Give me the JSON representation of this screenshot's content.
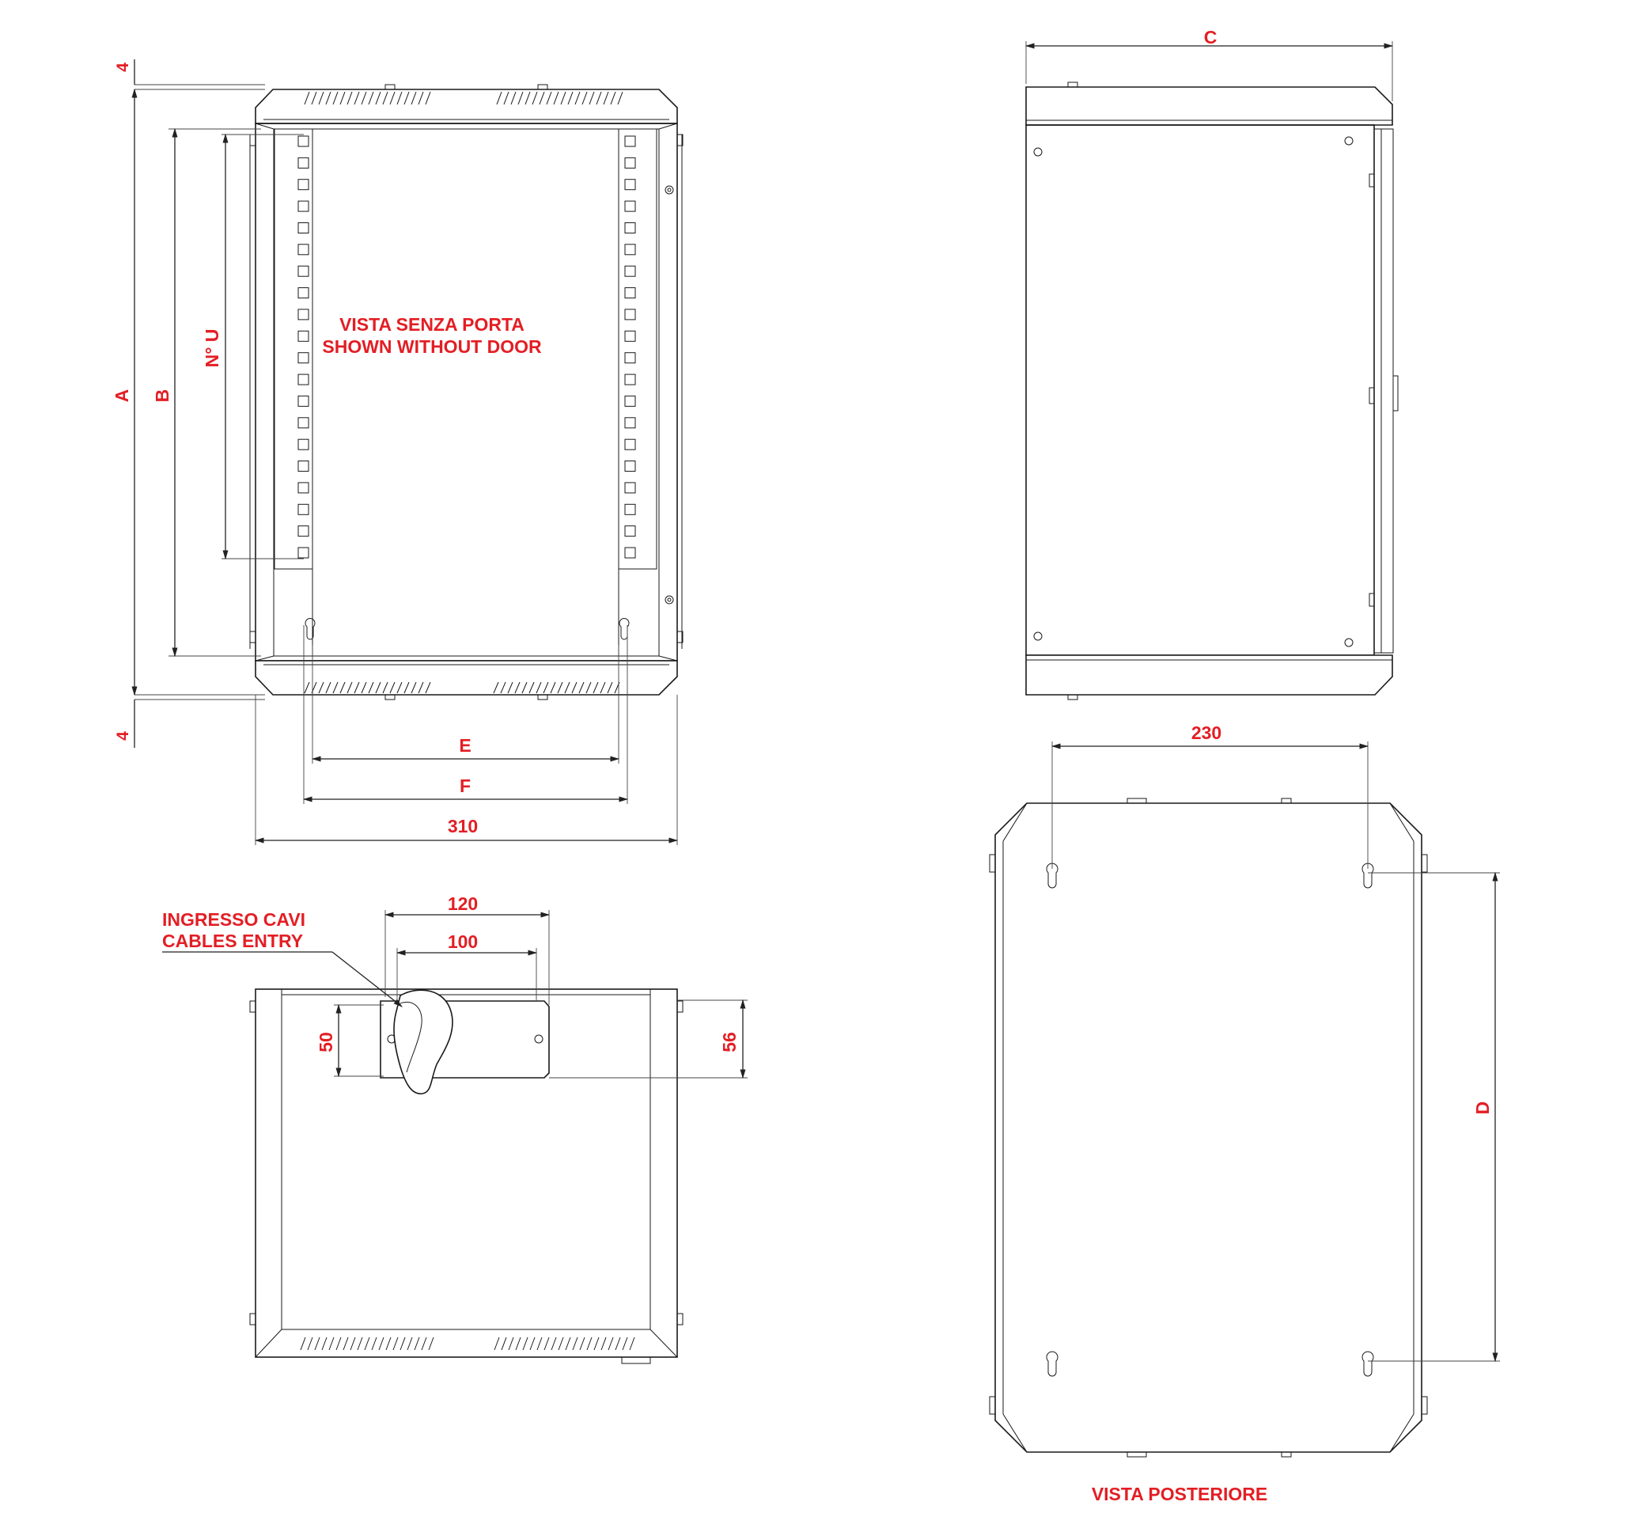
{
  "colors": {
    "label": "#e31e24",
    "line": "#1a1a1a",
    "background": "#ffffff"
  },
  "front_view": {
    "note_it": "VISTA SENZA PORTA",
    "note_en": "SHOWN WITHOUT DOOR",
    "dim_top": "4",
    "dim_bottom": "4",
    "dim_a": "A",
    "dim_b": "B",
    "dim_units": "N° U",
    "dim_e": "E",
    "dim_f": "F",
    "dim_width": "310",
    "rack_slots_per_rail": 20
  },
  "side_view": {
    "dim_c": "C"
  },
  "top_view": {
    "note_it": "INGRESSO CAVI",
    "note_en": "CABLES ENTRY",
    "dim_120": "120",
    "dim_100": "100",
    "dim_50": "50",
    "dim_56": "56"
  },
  "rear_view": {
    "title": "VISTA POSTERIORE",
    "dim_230": "230",
    "dim_d": "D"
  }
}
